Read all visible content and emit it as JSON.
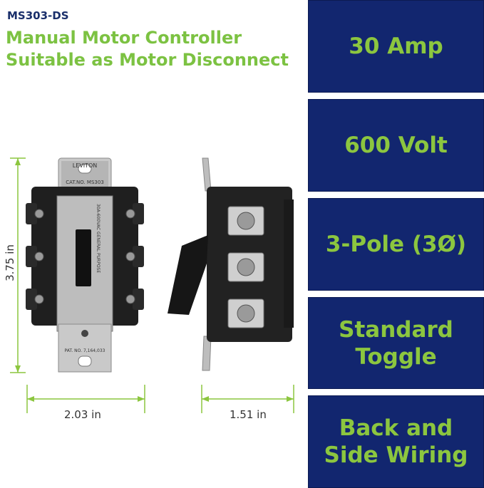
{
  "header": {
    "model": "MS303-DS",
    "title_line1": "Manual Motor Controller",
    "title_line2": "Suitable as Motor Disconnect"
  },
  "features": [
    {
      "lines": [
        "30 Amp"
      ]
    },
    {
      "lines": [
        "600 Volt"
      ]
    },
    {
      "lines": [
        "3-Pole (3Ø)"
      ]
    },
    {
      "lines": [
        "Standard",
        "Toggle"
      ]
    },
    {
      "lines": [
        "Back and",
        "Side Wiring"
      ]
    }
  ],
  "dimensions": {
    "height": "3.75 in",
    "front_width": "2.03 in",
    "side_width": "1.51 in"
  },
  "product_front": {
    "brand": "LEVITON",
    "catalog": "CAT.NO.  MS303",
    "rating_text": "30A-600VAC GENERAL PURPOSE",
    "patent": "PAT. NO. 7,164,033"
  },
  "colors": {
    "accent_green": "#7cc242",
    "panel_blue": "#12266f",
    "model_blue": "#1a2f6b"
  }
}
